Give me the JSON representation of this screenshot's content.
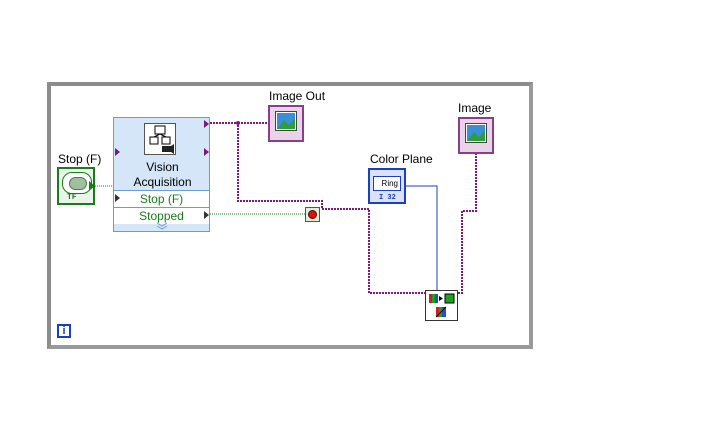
{
  "diagram": {
    "stop_control": {
      "label": "Stop (F)",
      "tf_text": "TF"
    },
    "vision_acquisition": {
      "title_line1": "Vision",
      "title_line2": "Acquisition",
      "row1": "Stop (F)",
      "row2": "Stopped"
    },
    "image_out": {
      "label": "Image Out"
    },
    "image": {
      "label": "Image"
    },
    "color_plane": {
      "label": "Color Plane",
      "ring_text": "Ring",
      "type_text": "I 32"
    },
    "loop": {
      "iteration_symbol": "i"
    },
    "colors": {
      "image_wire": "#7a1a7a",
      "bool_wire": "#1b7a1b",
      "int_wire": "#1a3fbf",
      "loop_border": "#8c8c8c"
    }
  }
}
